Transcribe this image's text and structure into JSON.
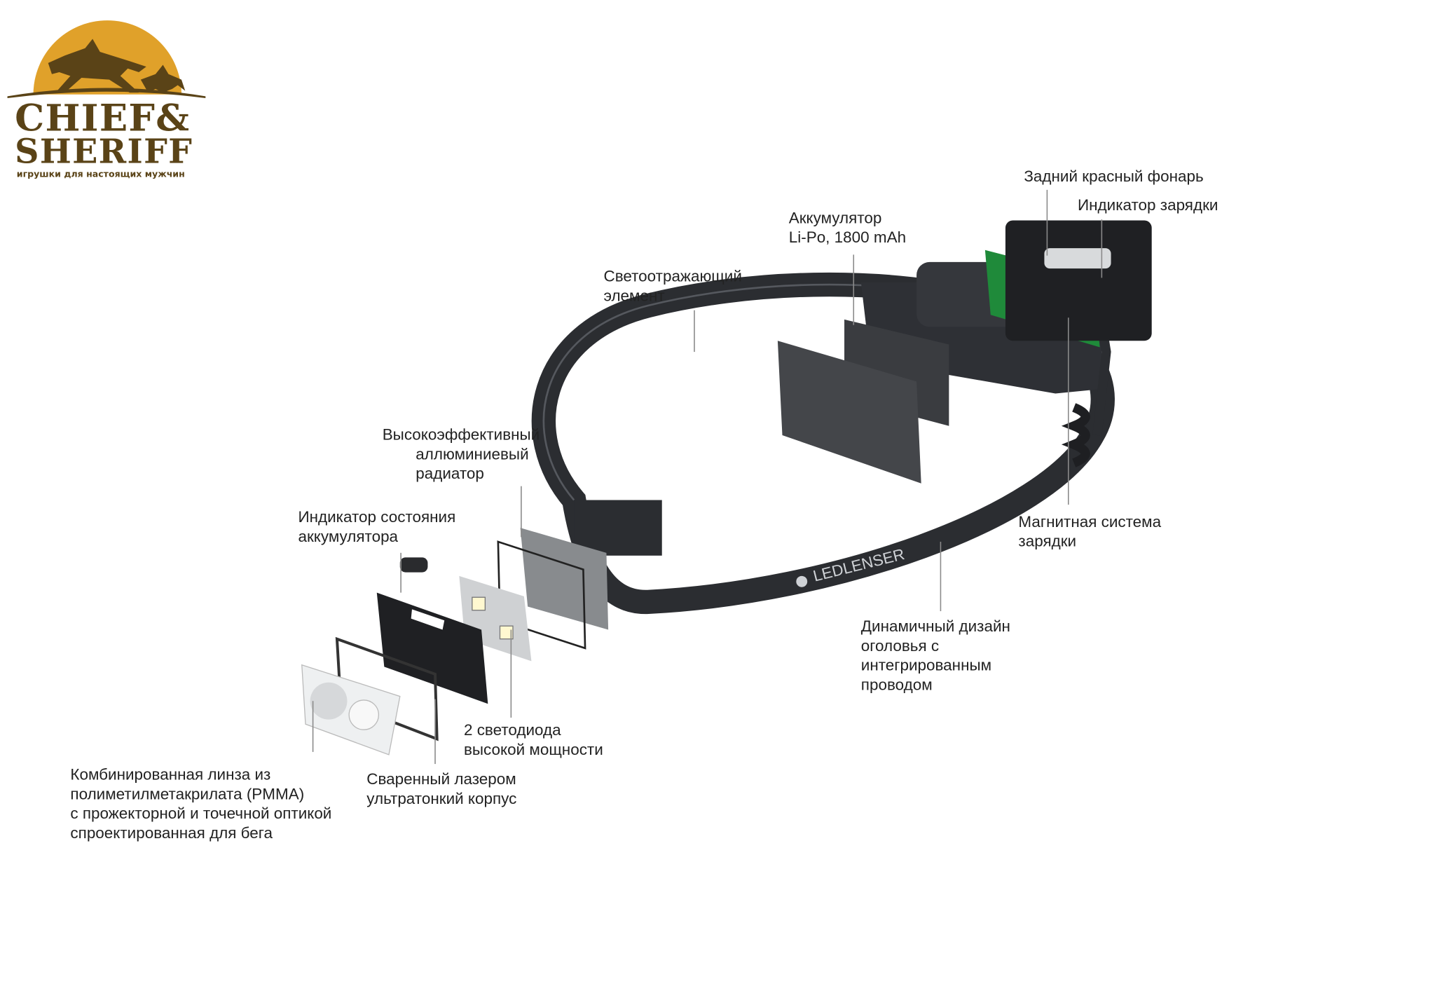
{
  "logo": {
    "line1": "CHIEF&",
    "line2": "SHERIFF",
    "tagline": "игрушки для настоящих мужчин"
  },
  "labels": {
    "rear_light": [
      "Задний красный фонарь"
    ],
    "charge_indicator": [
      "Индикатор зарядки"
    ],
    "battery": [
      "Аккумулятор",
      "Li-Po, 1800 mAh"
    ],
    "reflective": [
      "Светоотражающий",
      "элемент"
    ],
    "radiator": [
      "Высокоэффективный",
      "аллюминиевый",
      "радиатор"
    ],
    "battery_indicator": [
      "Индикатор состояния",
      "аккумулятора"
    ],
    "magnetic_charging": [
      "Магнитная система",
      "зарядки"
    ],
    "dynamic_design": [
      "Динамичный дизайн",
      "оголовья с",
      "интегрированным",
      "проводом"
    ],
    "leds": [
      "2 светодиода",
      "высокой мощности"
    ],
    "laser_housing": [
      "Сваренный лазером",
      "ультратонкий корпус"
    ],
    "lens": [
      "Комбинированная линза из",
      "полиметилметакрилата (PMMA)",
      "с прожекторной и точечной оптикой",
      "спроектированная для бега"
    ]
  },
  "product_brand": "LEDLENSER",
  "colors": {
    "logo_orange": "#e0a12a",
    "logo_brown": "#5a4317",
    "pcb_green": "#1f8a3a",
    "body_dark": "#2b2d31"
  }
}
